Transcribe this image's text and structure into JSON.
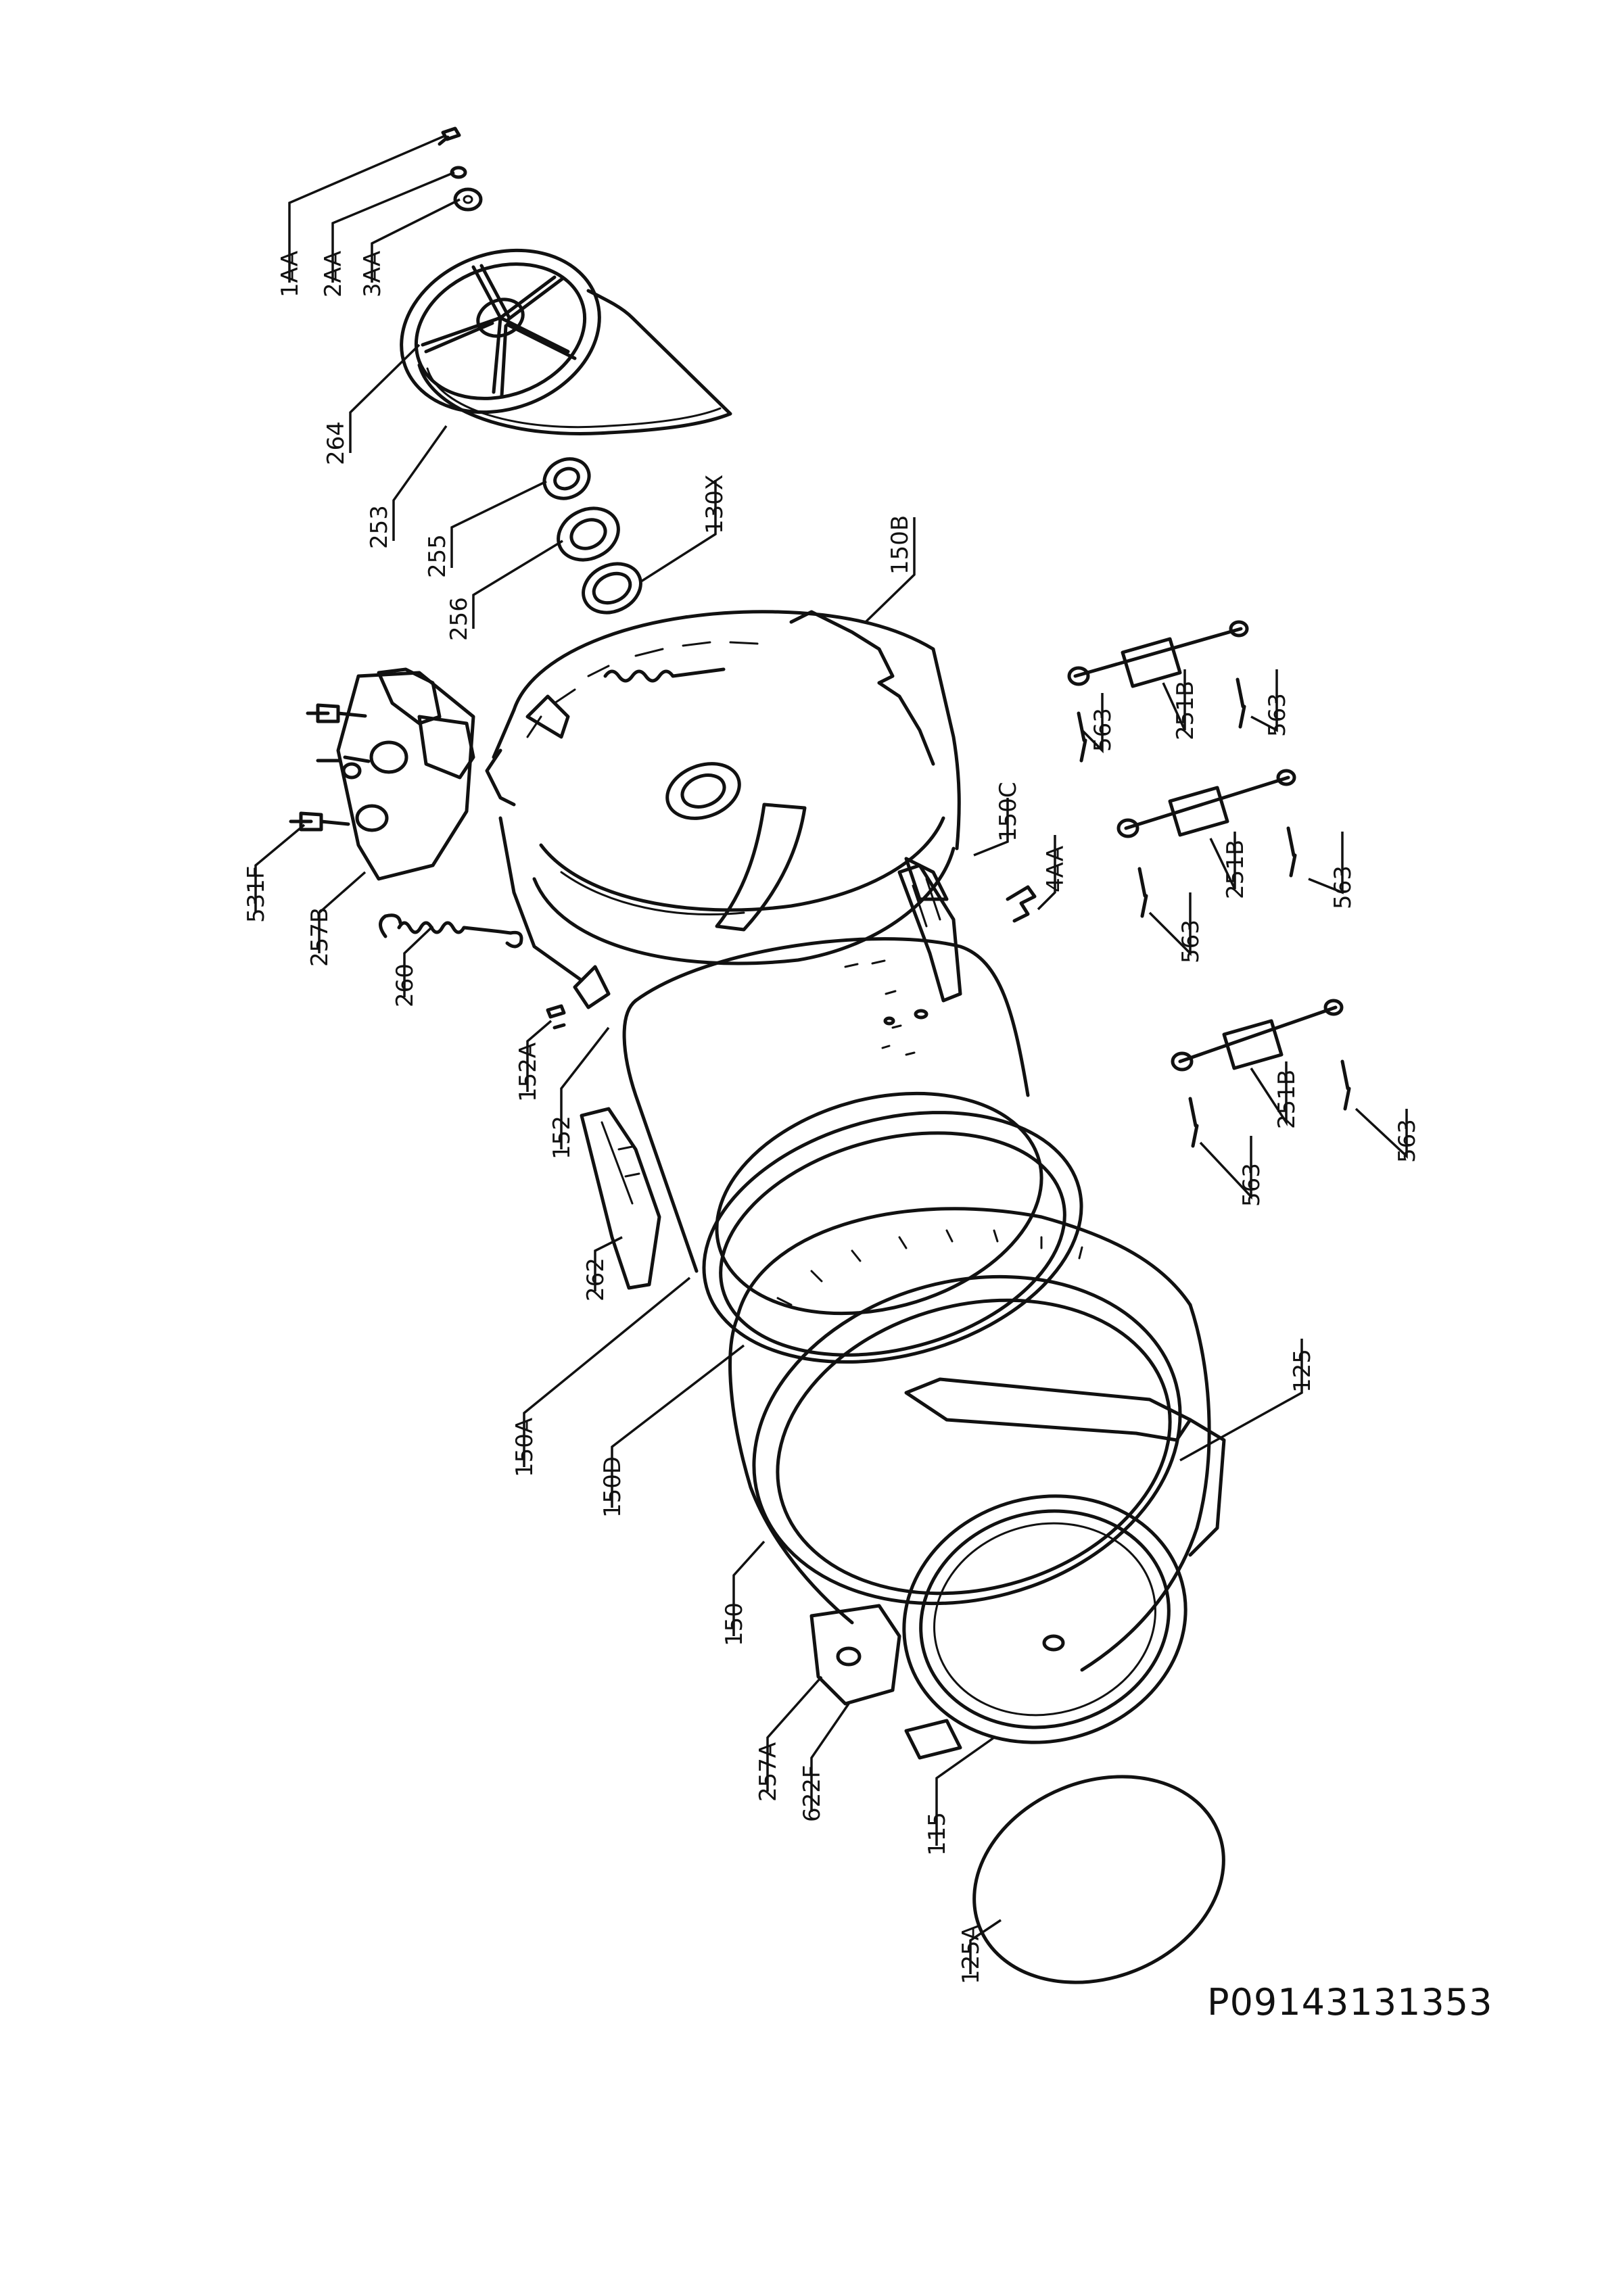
{
  "drawing_code": "P09143131353",
  "part_labels": {
    "p_1AA": "1AA",
    "p_2AA": "2AA",
    "p_3AA": "3AA",
    "p_264": "264",
    "p_253": "253",
    "p_255": "255",
    "p_256": "256",
    "p_130X": "130X",
    "p_150B": "150B",
    "p_251B_1": "251B",
    "p_563_1": "563",
    "p_563_2": "563",
    "p_150C": "150C",
    "p_4AA": "4AA",
    "p_251B_2": "251B",
    "p_563_3": "563",
    "p_563_4": "563",
    "p_531F": "531F",
    "p_257B": "257B",
    "p_260": "260",
    "p_152A": "152A",
    "p_152": "152",
    "p_251B_3": "251B",
    "p_563_5": "563",
    "p_563_6": "563",
    "p_262": "262",
    "p_150A": "150A",
    "p_150D": "150D",
    "p_125": "125",
    "p_150": "150",
    "p_257A": "257A",
    "p_622F": "622F",
    "p_115": "115",
    "p_125A": "125A"
  }
}
